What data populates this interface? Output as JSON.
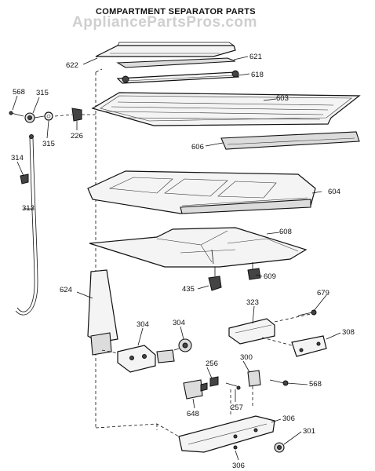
{
  "title": "COMPARTMENT SEPARATOR PARTS",
  "watermark": "AppliancePartsPros.com",
  "callouts": {
    "c622": "622",
    "c621": "621",
    "c618": "618",
    "c603": "603",
    "c568a": "568",
    "c315a": "315",
    "c315b": "315",
    "c226": "226",
    "c606": "606",
    "c314": "314",
    "c313": "313",
    "c604": "604",
    "c608": "608",
    "c435": "435",
    "c609": "609",
    "c624": "624",
    "c323": "323",
    "c679": "679",
    "c304a": "304",
    "c304b": "304",
    "c308": "308",
    "c256": "256",
    "c300": "300",
    "c568b": "568",
    "c648": "648",
    "c257": "257",
    "c306a": "306",
    "c301": "301",
    "c306b": "306"
  }
}
